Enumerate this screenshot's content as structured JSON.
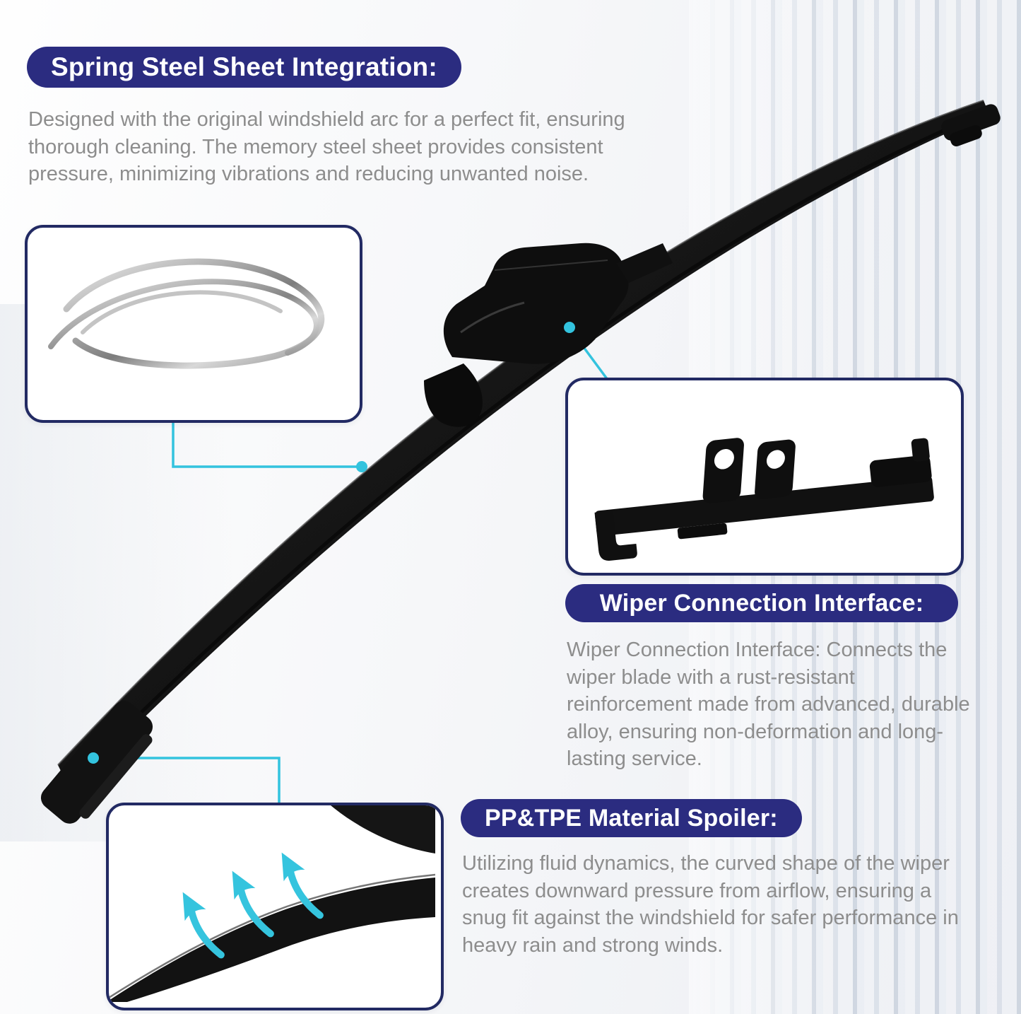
{
  "sections": {
    "spring_steel": {
      "title": "Spring Steel Sheet Integration:",
      "body": "Designed with the original windshield arc for a perfect fit, ensuring thorough cleaning. The memory steel sheet provides consistent pressure, minimizing vibrations and reducing unwanted noise."
    },
    "connection": {
      "title": "Wiper Connection Interface:",
      "body": "Wiper Connection Interface: Connects the wiper blade with a rust-resistant reinforcement made from advanced, durable alloy, ensuring non-deformation and long-lasting service."
    },
    "spoiler": {
      "title": "PP&TPE Material Spoiler:",
      "body": "Utilizing fluid dynamics, the curved shape of the wiper creates downward pressure from airflow, ensuring a snug fit against the windshield for safer performance in heavy rain and strong winds."
    }
  },
  "illustrations": {
    "wiper_blade": "wiper-blade-illustration",
    "spring_steel_sheets": "spring-steel-sheets-illustration",
    "connection_bracket": "connection-bracket-illustration",
    "spoiler_airflow": "spoiler-airflow-illustration"
  },
  "colors": {
    "heading_bg": "#2b2c80",
    "heading_text": "#ffffff",
    "body_text": "#8d8d8d",
    "connector": "#33c3de",
    "callout_border": "#222a63",
    "blade": "#141414"
  }
}
